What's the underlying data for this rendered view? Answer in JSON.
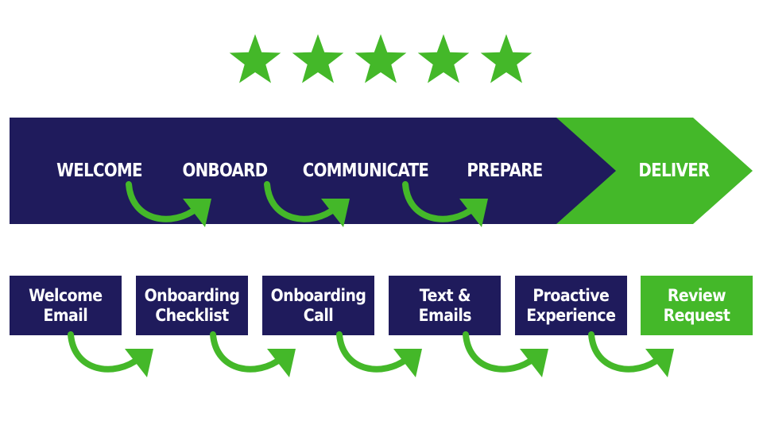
{
  "colors": {
    "navy": "#1f1b5c",
    "green": "#44b829",
    "background": "#ffffff"
  },
  "rating": {
    "star_count": 5,
    "icon": "star-icon"
  },
  "stages": [
    {
      "label": "WELCOME"
    },
    {
      "label": "ONBOARD"
    },
    {
      "label": "COMMUNICATE"
    },
    {
      "label": "PREPARE"
    },
    {
      "label": "DELIVER"
    }
  ],
  "steps": [
    {
      "label": "Welcome\nEmail"
    },
    {
      "label": "Onboarding\nChecklist"
    },
    {
      "label": "Onboarding\nCall"
    },
    {
      "label": "Text &\nEmails"
    },
    {
      "label": "Proactive\nExperience"
    },
    {
      "label": "Review\nRequest"
    }
  ],
  "connector_icon": "curved-arrow-icon"
}
